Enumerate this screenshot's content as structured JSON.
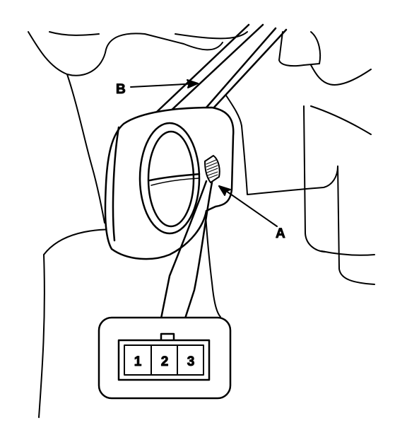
{
  "callouts": {
    "a": "A",
    "b": "B"
  },
  "connector": {
    "pins": [
      "1",
      "2",
      "3"
    ]
  },
  "colors": {
    "ink": "#000000",
    "paper": "#ffffff"
  }
}
